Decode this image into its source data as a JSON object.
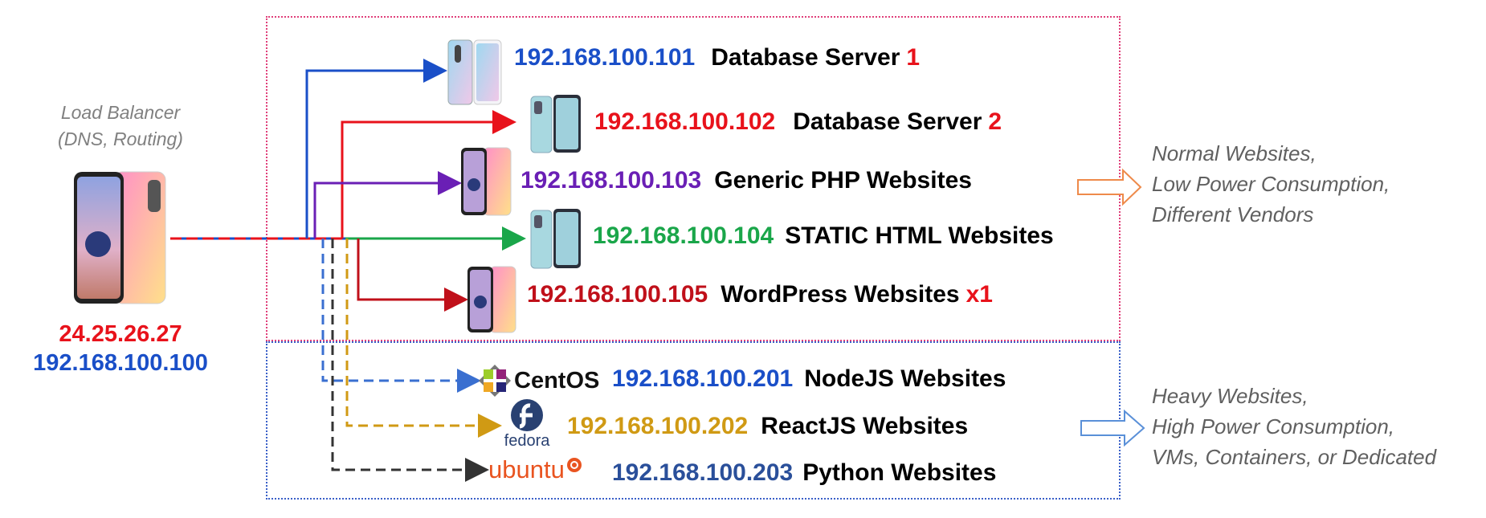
{
  "load_balancer": {
    "caption_line1": "Load Balancer",
    "caption_line2": "(DNS, Routing)",
    "public_ip": "24.25.26.27",
    "private_ip": "192.168.100.100",
    "public_ip_color": "#e8121b",
    "private_ip_color": "#1a4fc8"
  },
  "servers": [
    {
      "ip": "192.168.100.101",
      "ip_color": "#1a4fc8",
      "label": "Database Server",
      "suffix": "1",
      "suffix_color": "#e8121b",
      "device": "phone-gradient-icon",
      "line_color": "#1a4fc8",
      "line_style": "solid"
    },
    {
      "ip": "192.168.100.102",
      "ip_color": "#e8121b",
      "label": "Database Server",
      "suffix": "2",
      "suffix_color": "#e8121b",
      "device": "phone-teal-icon",
      "line_color": "#e8121b",
      "line_style": "solid"
    },
    {
      "ip": "192.168.100.103",
      "ip_color": "#6a1fb5",
      "label": "Generic PHP Websites",
      "suffix": "",
      "suffix_color": "",
      "device": "phone-pink-icon",
      "line_color": "#6a1fb5",
      "line_style": "solid"
    },
    {
      "ip": "192.168.100.104",
      "ip_color": "#1aa64a",
      "label": "STATIC HTML Websites",
      "suffix": "",
      "suffix_color": "",
      "device": "phone-teal-icon",
      "line_color": "#1aa64a",
      "line_style": "solid"
    },
    {
      "ip": "192.168.100.105",
      "ip_color": "#c0101a",
      "label": "WordPress Websites",
      "suffix": "x1",
      "suffix_color": "#e8121b",
      "device": "phone-pink-icon",
      "line_color": "#c0101a",
      "line_style": "solid"
    },
    {
      "ip": "192.168.100.201",
      "ip_color": "#1a4fc8",
      "label": "NodeJS Websites",
      "suffix": "",
      "suffix_color": "",
      "device": "centos-logo",
      "line_color": "#3a6fd0",
      "line_style": "dashed"
    },
    {
      "ip": "192.168.100.202",
      "ip_color": "#d09a14",
      "label": "ReactJS Websites",
      "suffix": "",
      "suffix_color": "",
      "device": "fedora-logo",
      "line_color": "#d09a14",
      "line_style": "dashed"
    },
    {
      "ip": "192.168.100.203",
      "ip_color": "#2a4f9a",
      "label": "Python Websites",
      "suffix": "",
      "suffix_color": "",
      "device": "ubuntu-logo",
      "line_color": "#333333",
      "line_style": "dashed"
    }
  ],
  "logos": {
    "centos": "CentOS",
    "fedora": "fedora",
    "ubuntu": "ubuntu"
  },
  "groups": {
    "top": {
      "border_color": "#e0407a",
      "note_lines": [
        "Normal Websites,",
        "Low Power Consumption,",
        "Different Vendors"
      ],
      "arrow_color": "#ee8a4a"
    },
    "bottom": {
      "border_color": "#3a60c8",
      "note_lines": [
        "Heavy Websites,",
        "High Power Consumption,",
        "VMs, Containers, or Dedicated"
      ],
      "arrow_color": "#5a90d8"
    }
  }
}
